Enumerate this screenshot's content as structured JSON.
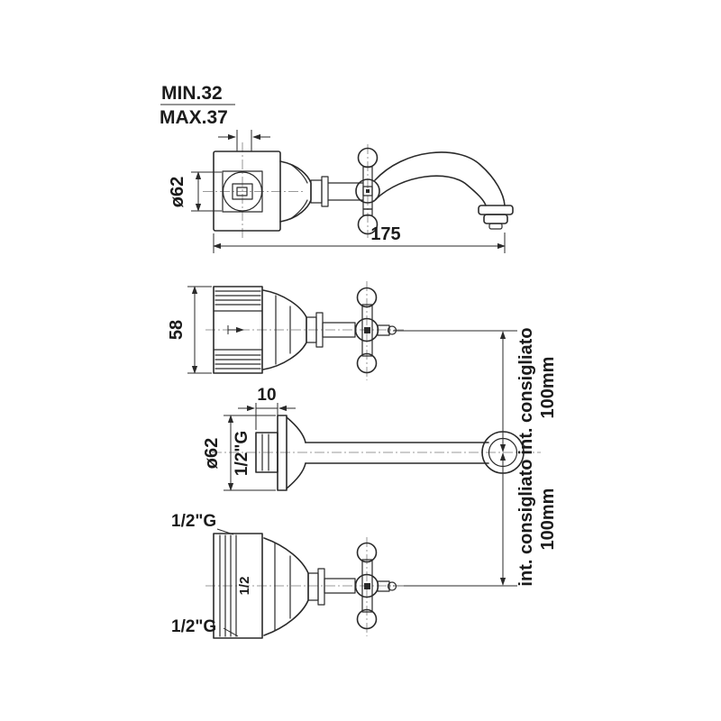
{
  "drawing": {
    "background": "#ffffff",
    "ink": "#2a2a2a",
    "description": "Technical dimension drawing of wall-mounted basin tap (spout and valves), four orthographic views"
  },
  "labels": {
    "min_depth": "MIN.32",
    "max_depth": "MAX.37",
    "plate_diameter": "ø62",
    "spout_length": "175",
    "valve_height": "58",
    "nipple_length": "10",
    "flange_diameter": "ø62",
    "spout_thread": "1/2\"G",
    "upper_distance_note": "int. consigliato",
    "upper_distance_value": "100mm",
    "lower_distance_note": "int. consigliato",
    "lower_distance_value": "100mm",
    "valve_thread_top": "1/2\"G",
    "valve_thread_bottom": "1/2\"G",
    "valve_body_size": "1/2"
  }
}
